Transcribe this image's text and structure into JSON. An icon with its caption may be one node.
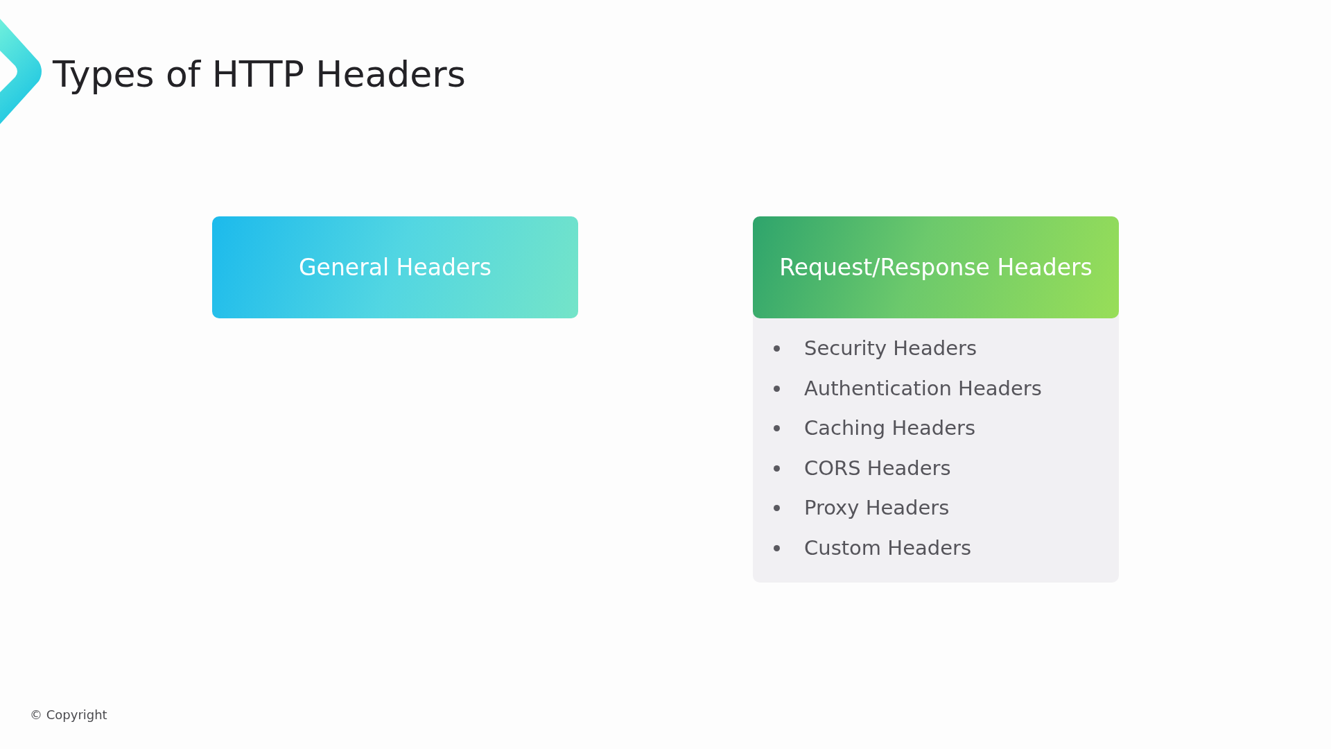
{
  "diagram": {
    "title": "Types of HTTP Headers",
    "nodes": [
      {
        "text": [
          "General Headers"
        ]
      },
      {
        "text": [
          "Request/Response Headers",
          "Security Headers",
          "Authentication Headers",
          "Caching Headers",
          "CORS Headers",
          "Proxy Headers",
          "Custom Headers"
        ]
      }
    ],
    "labels": [
      "© Copyright"
    ]
  }
}
